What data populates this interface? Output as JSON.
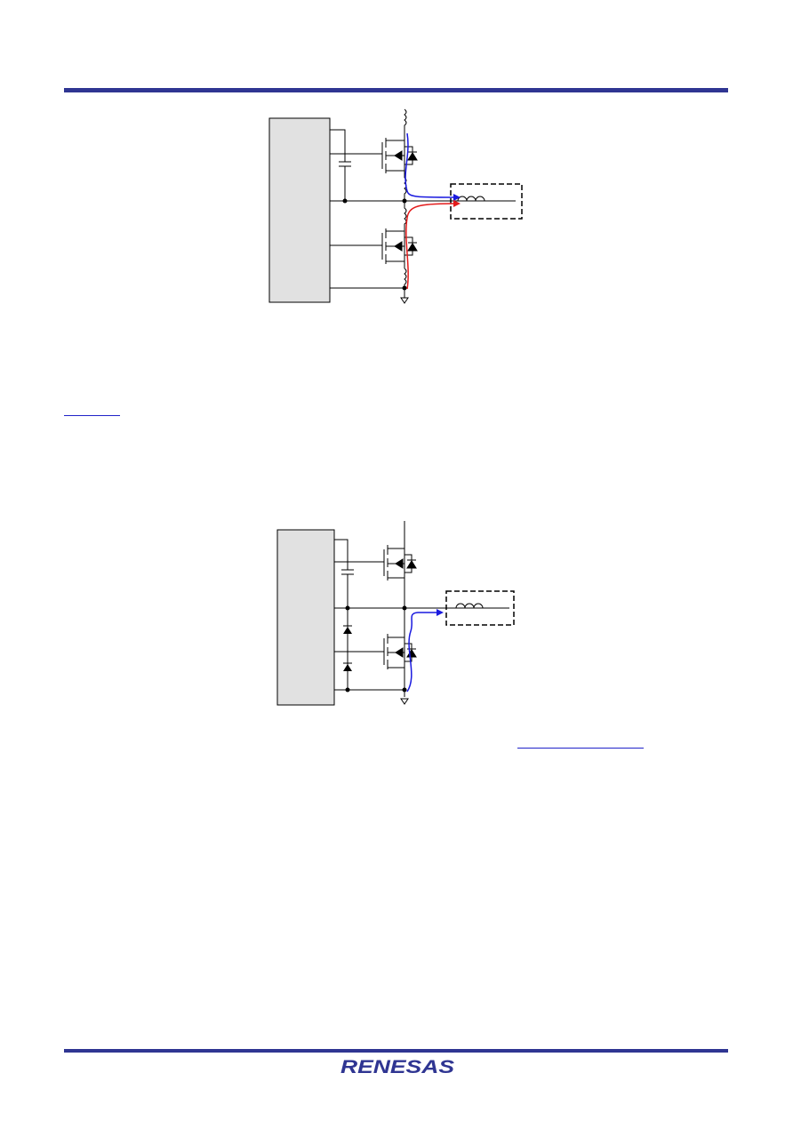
{
  "header": {
    "rule_color": "#2f3592"
  },
  "figures": [
    {
      "id": "figure-1",
      "current_paths": [
        "blue",
        "red"
      ]
    },
    {
      "id": "figure-2",
      "current_paths": [
        "blue"
      ]
    }
  ],
  "links": [
    {
      "id": "link-1",
      "text": ""
    },
    {
      "id": "link-2",
      "text": ""
    }
  ],
  "footer": {
    "logo_text": "RENESAS",
    "rule_color": "#2f3592"
  },
  "colors": {
    "accent": "#2f3592",
    "path_blue": "#1a1adf",
    "path_red": "#e31b1b",
    "block_fill": "#e1e1e1"
  }
}
